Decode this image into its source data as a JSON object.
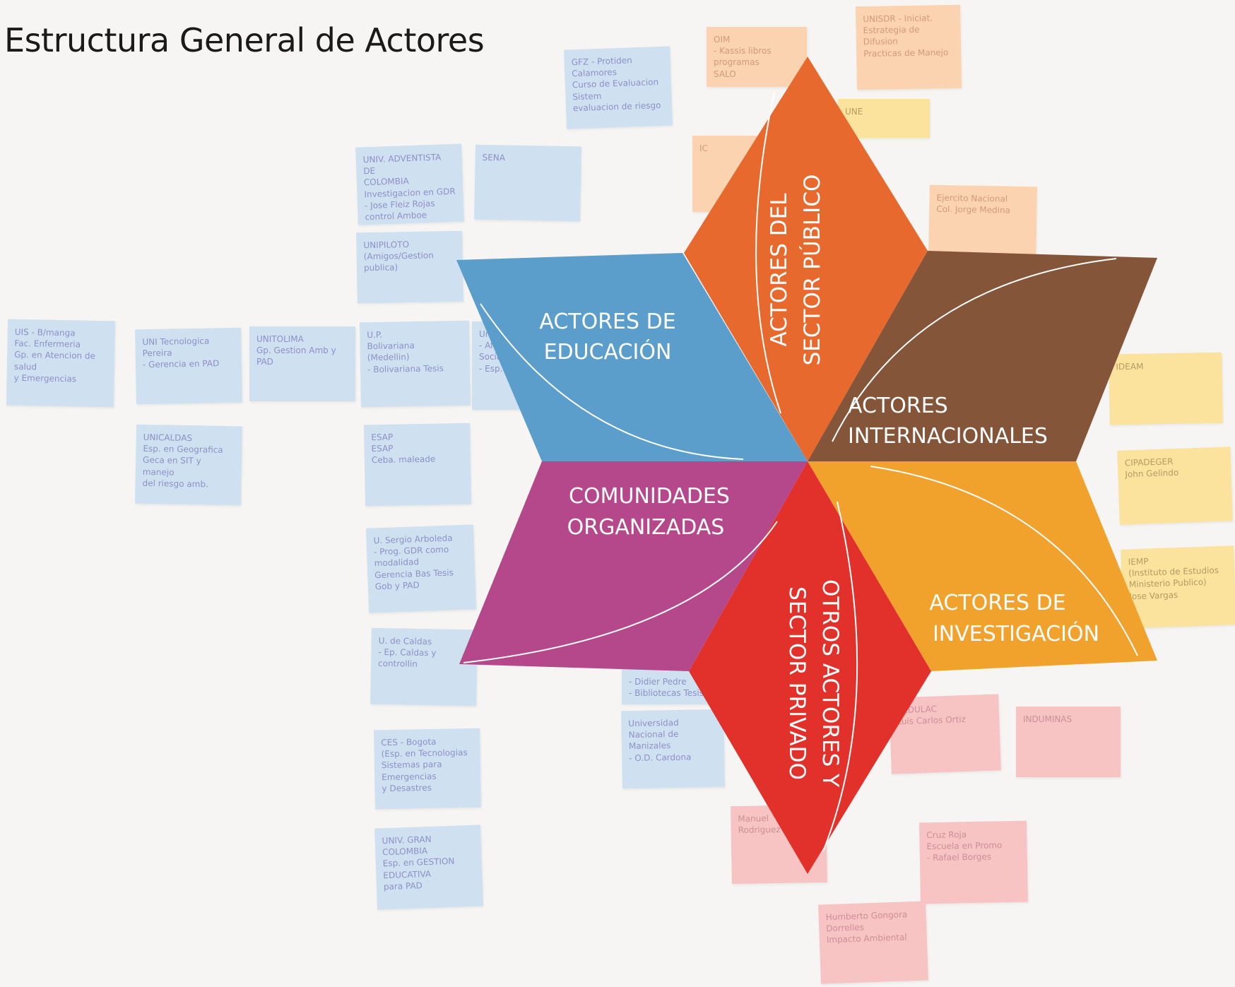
{
  "title": "Estructura General de Actores",
  "colors": {
    "educacion": "#5b9dcb",
    "publico": "#e8692e",
    "internacional": "#85553a",
    "investigacion": "#f1a22d",
    "privado": "#e2312b",
    "comunidades": "#b5488b"
  },
  "segments": {
    "educacion": {
      "line1": "ACTORES DE",
      "line2": "EDUCACIÓN"
    },
    "publico": {
      "line1": "ACTORES  DEL",
      "line2": "SECTOR PÚBLICO"
    },
    "internacional": {
      "line1": "ACTORES",
      "line2": "INTERNACIONALES"
    },
    "investigacion": {
      "line1": "ACTORES DE",
      "line2": "INVESTIGACIÓN"
    },
    "privado": {
      "line1": "OTROS ACTORES Y",
      "line2": "SECTOR PRIVADO"
    },
    "comunidades": {
      "line1": "COMUNIDADES",
      "line2": "ORGANIZADAS"
    }
  },
  "notes": [
    {
      "color": "blue",
      "text": "GFZ - Protiden\nCalamores\nCurso de Evaluacion Sistem\nevaluacion de riesgo"
    },
    {
      "color": "blue",
      "text": "UNIV. ADVENTISTA DE\nCOLOMBIA\nInvestigacion en GDR\n- Jose Fleiz Rojas\ncontrol Amboe"
    },
    {
      "color": "blue",
      "text": "SENA"
    },
    {
      "color": "blue",
      "text": "UNIPILOTO\n(Amigos/Gestion publica)"
    },
    {
      "color": "blue",
      "text": "UIS - B/manga\nFac. Enfermeria\nGp. en Atencion de salud\ny Emergencias"
    },
    {
      "color": "blue",
      "text": "UNI Tecnologica\nPereira\n- Gerencia en PAD"
    },
    {
      "color": "blue",
      "text": "UNITOLIMA\nGp. Gestion Amb y PAD"
    },
    {
      "color": "blue",
      "text": "U.P.\nBolivariana\n(Medellin)\n- Bolivariana Tesis"
    },
    {
      "color": "blue",
      "text": "Univ.\n- Afectac.\nSocial\n- Esp. Gestion"
    },
    {
      "color": "blue",
      "text": "UNICALDAS\nEsp. en Geografica\nGeca en SIT y manejo\ndel riesgo amb."
    },
    {
      "color": "blue",
      "text": "ESAP\nESAP\nCeba. maleade"
    },
    {
      "color": "blue",
      "text": "U. Sergio Arboleda\n- Prog. GDR como modalidad\nGerencia Bas Tesis Gob y PAD"
    },
    {
      "color": "blue",
      "text": "U. de Caldas\n- Ep. Caldas y controllin"
    },
    {
      "color": "blue",
      "text": "CES - Bogota\n(Esp. en Tecnologias\nSistemas para Emergencias\ny Desastres"
    },
    {
      "color": "blue",
      "text": "UNIV. GRAN COLOMBIA\nEsp. en GESTION EDUCATIVA\npara PAD"
    },
    {
      "color": "blue",
      "text": "- Didier Pedre\n- Bibliotecas Tesis"
    },
    {
      "color": "blue",
      "text": "Universidad\nNacional de\nManizales\n- O.D. Cardona"
    },
    {
      "color": "orange",
      "text": "OIM\n- Kassis libros programas\nSALO"
    },
    {
      "color": "orange",
      "text": "UNISDR - Iniciat.\nEstrategia de Difusion\nPracticas de Manejo"
    },
    {
      "color": "orange",
      "text": "IC"
    },
    {
      "color": "orange",
      "text": "Ejercito Nacional\nCol. Jorge Medina"
    },
    {
      "color": "yellow",
      "text": "UNE"
    },
    {
      "color": "yellow",
      "text": "IDEAM"
    },
    {
      "color": "yellow",
      "text": "CIPADEGER\nJohn Gelindo"
    },
    {
      "color": "yellow",
      "text": "IEMP\n(Instituto de Estudios\nMinisterio Publico)\nJose Vargas"
    },
    {
      "color": "pink",
      "text": "REDULAC\nLuis Carlos Ortiz"
    },
    {
      "color": "pink",
      "text": "INDUMINAS"
    },
    {
      "color": "pink",
      "text": "Manuel\nRodriguez"
    },
    {
      "color": "pink",
      "text": "Cruz Roja\nEscuela en Promo\n- Rafael Borges"
    },
    {
      "color": "pink",
      "text": "Humberto Gongora\nDorrelles\nImpacto Ambiental"
    }
  ]
}
